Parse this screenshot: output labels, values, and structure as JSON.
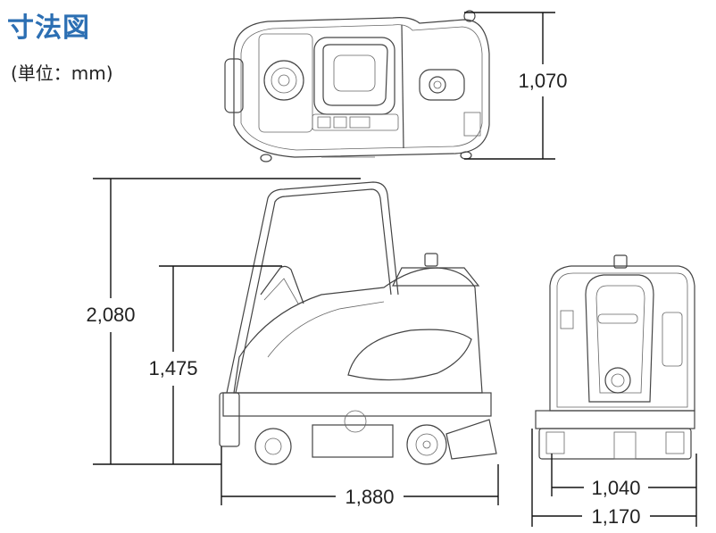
{
  "title": "寸法図",
  "unit": "(単位：mm)",
  "dimensions": {
    "top_width": "1,070",
    "total_height": "2,080",
    "seat_height": "1,475",
    "length": "1,880",
    "tread": "1,040",
    "width": "1,170"
  }
}
